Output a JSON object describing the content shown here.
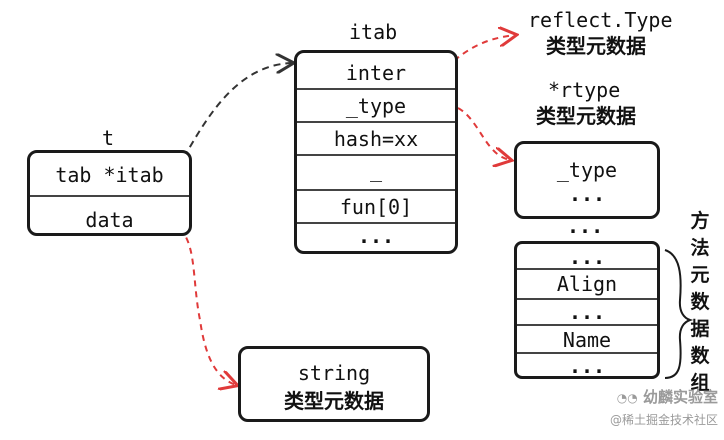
{
  "t": {
    "title": "t",
    "rows": [
      "tab *itab",
      "data"
    ]
  },
  "itab": {
    "title": "itab",
    "rows": [
      "inter",
      "_type",
      "hash=xx",
      "_",
      "fun[0]",
      "..."
    ]
  },
  "reflect_type": {
    "name": "reflect.Type",
    "desc": "类型元数据"
  },
  "rtype": {
    "name": "*rtype",
    "desc": "类型元数据"
  },
  "rtype_box": {
    "rows": [
      "_type",
      "..."
    ]
  },
  "between_dots": "...",
  "method_box": {
    "rows": [
      "...",
      "Align",
      "...",
      "Name",
      "..."
    ]
  },
  "method_label": [
    "方",
    "法",
    "元",
    "数",
    "据",
    "数",
    "组"
  ],
  "string_box": {
    "name": "string",
    "desc": "类型元数据"
  },
  "watermark": {
    "line1": "幼麟实验室",
    "line2": "@稀土掘金技术社区"
  },
  "colors": {
    "black_arrow": "#333333",
    "red_arrow": "#e03a3a",
    "border": "#1a1a1a"
  }
}
